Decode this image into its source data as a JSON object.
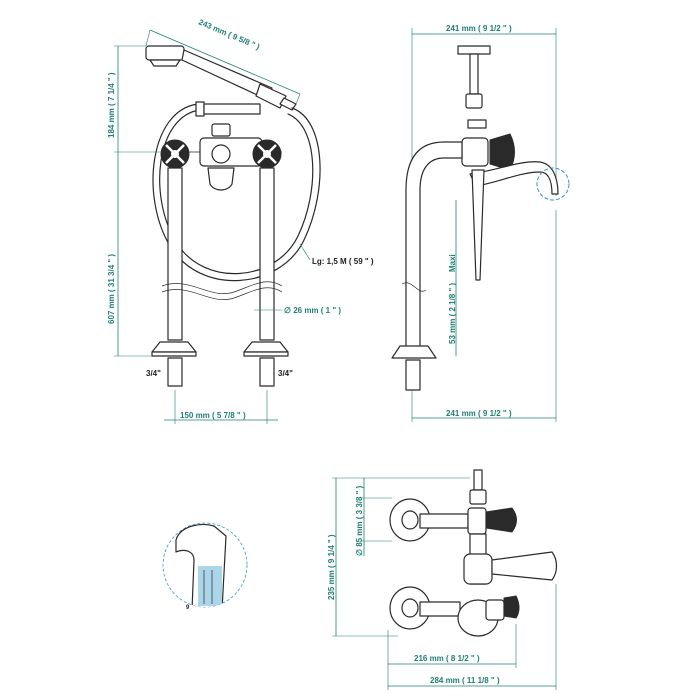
{
  "colors": {
    "dimension": "#1f7f73",
    "outline": "#2a2a2a",
    "water": "#9ccfe6",
    "highlight": "#3b8fd1"
  },
  "front_view": {
    "handshower_length": "243 mm ( 9 5/8 \" )",
    "top_height": "184 mm ( 7 1/4 \" )",
    "column_height": "607 mm ( 31 3/4 \" )",
    "hose_length": "Lg: 1,5 M ( 59 \" )",
    "pipe_diameter": "∅ 26 mm ( 1 \" )",
    "connection_left": "3/4\"",
    "connection_right": "3/4\"",
    "base_spacing": "150 mm ( 5 7/8 \" )"
  },
  "side_view": {
    "top_width": "241 mm ( 9 1/2 \" )",
    "max_label": "Maxi",
    "spout_height": "53 mm ( 2 1/8 \" ) ",
    "bottom_width": "241 mm ( 9 1/2 \" )"
  },
  "wall_view": {
    "flange_diameter": "∅ 85 mm ( 3 3/8 \" )",
    "total_height": "235 mm ( 9 1/4 \" )",
    "inner_width": "216 mm ( 8 1/2 \" )",
    "total_width": "284 mm ( 11 1/8 \" )"
  },
  "detail_view": {
    "small_label": "9 "
  }
}
